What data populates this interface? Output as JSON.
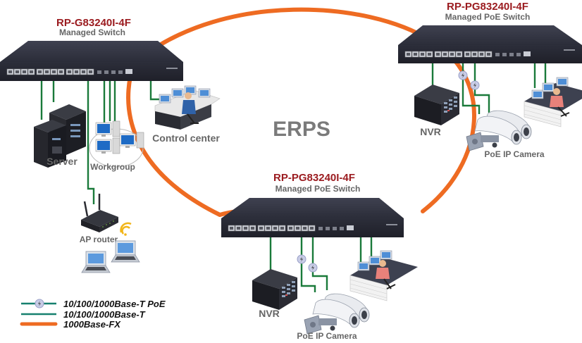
{
  "diagram": {
    "title": "ERPS",
    "colors": {
      "model_text": "#9b1c20",
      "label_text": "#666666",
      "fiber_ring": "#ee6b22",
      "copper_cable": "#1a7a3a",
      "legend_copper": "#17806f",
      "switch_body": "#2f3140"
    },
    "switches": [
      {
        "id": "switch-left",
        "model": "RP-G83240I-4F",
        "type": "Managed Switch"
      },
      {
        "id": "switch-right",
        "model": "RP-PG83240I-4F",
        "type": "Managed PoE Switch"
      },
      {
        "id": "switch-bottom",
        "model": "RP-PG83240I-4F",
        "type": "Managed PoE Switch"
      }
    ],
    "devices": {
      "server": "Server",
      "workgroup": "Workgroup",
      "control_center": "Control center",
      "ap_router": "AP router",
      "nvr_right": "NVR",
      "camera_right": "PoE IP Camera",
      "nvr_bottom": "NVR",
      "camera_bottom": "PoE IP Camera"
    },
    "legend": [
      {
        "icon": "poe-lightning-icon",
        "label": "10/100/1000Base-T PoE"
      },
      {
        "icon": "copper-line",
        "label": "10/100/1000Base-T"
      },
      {
        "icon": "fiber-line",
        "label": "1000Base-FX"
      }
    ]
  }
}
